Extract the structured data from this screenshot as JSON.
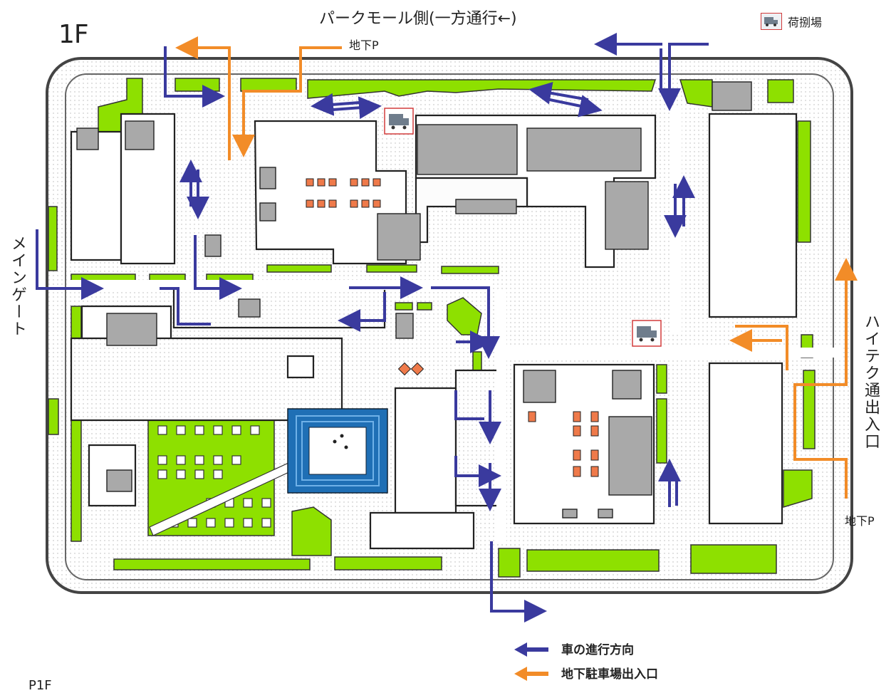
{
  "floor": "1F",
  "bottom_label": "P1F",
  "labels": {
    "north": "パークモール側(一方通行←)",
    "west": "メインゲート",
    "east": "ハイテク通出入口",
    "underground_p_top": "地下P",
    "underground_p_right": "地下P"
  },
  "legend": {
    "loading_dock": "荷捌場",
    "car_direction": "車の進行方向",
    "underground_parking": "地下駐車場出入口"
  },
  "colors": {
    "car_arrow": "#3a3a9e",
    "parking_arrow": "#f28c28",
    "green_area": "#8ee000",
    "building_gray": "#a9a9a9",
    "shop_orange": "#ef7a4a",
    "pond_blue": "#1f6fb5"
  },
  "icons": {
    "loading_dock": "truck-icon",
    "car_direction": "blue-arrow-icon",
    "underground_parking": "orange-arrow-icon"
  }
}
